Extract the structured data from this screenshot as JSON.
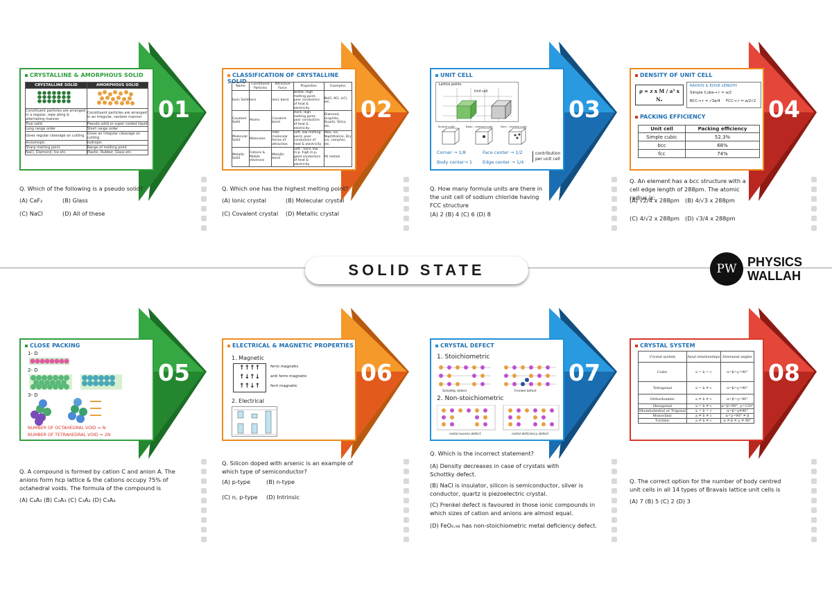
{
  "title": "SOLID STATE",
  "brand": {
    "line1": "PHYSICS",
    "line2": "WALLAH",
    "logo_text": "PW"
  },
  "colors": {
    "green": "#2e9e3a",
    "orange": "#f08a1c",
    "blue": "#1f8fd8",
    "red": "#d8352a"
  },
  "cards": [
    {
      "number": "01",
      "title": "CRYSTALLINE & AMORPHOUS SOLID",
      "col_headers": [
        "CRYSTALLINE SOLID",
        "AMORPHOUS SOLID"
      ],
      "rows": [
        [
          "Constituent particles are arranged in a regular, repe ating & alternating manner",
          "Constituent particles are arranged in an irregular, random manner"
        ],
        [
          "True solid",
          "Pseudo solid or super cooled liquid"
        ],
        [
          "Long range order",
          "Short range order"
        ],
        [
          "Gives regular cleavage on cutting",
          "Gives an irregular cleavage on cutting"
        ],
        [
          "Anisotropic",
          "Isotropic"
        ],
        [
          "Sharp melting point",
          "Range of melting point"
        ],
        [
          "NaCl, Diamond, Ice etc.",
          "Plastic, Rubber, Glass etc."
        ]
      ],
      "question": "Q. Which of the following is a pseudo solid?",
      "options": [
        "(A) CaF₂",
        "(B) Glass",
        "(C) NaCl",
        "(D) All of these"
      ]
    },
    {
      "number": "02",
      "title": "CLASSIFICATION OF CRYSTALLINE SOLID",
      "headers": [
        "Name",
        "Constituent Particles",
        "Attractive Force",
        "Properties",
        "Examples"
      ],
      "rows": [
        [
          "Ionic Solid",
          "Ions",
          "Ionic bond",
          "Brittle, High melting point, poor conductors of heat & electricity",
          "NaCl, KCl, LiCl, etc."
        ],
        [
          "Covalent Solid",
          "Atoms",
          "Covalent bond",
          "Hard, High melting point, poor conductors of heat & electricity",
          "Diamond, Graphite, Quartz, Silica, etc."
        ],
        [
          "Molecular Solid",
          "Molecules",
          "Inter molecular forces of attraction",
          "Soft, low melting point, poor conductors of heat & electricity",
          "Wax, ice, Naphthaline, Dry ice, camphor, etc."
        ],
        [
          "Metallic Solid",
          "Cations & Mobile electrons",
          "Metallic bond",
          "Soft - hard, low m.p- high m.p, good conductors of heat & electricity",
          "All metals"
        ]
      ],
      "question": "Q. Which one has the highest melting point?",
      "options": [
        "(A) Ionic crystal",
        "(B) Molecular crystal",
        "(C) Covalent crystal",
        "(D) Metallic crystal"
      ]
    },
    {
      "number": "03",
      "title": "UNIT CELL",
      "labels": {
        "lattice": "Lattice points",
        "unit": "Unit cell",
        "simple": "Simple cubic",
        "bcc": "Body - centred cubic",
        "fcc": "Face - centred cubic"
      },
      "contrib": [
        "Corner → 1/8",
        "Face center → 1/2",
        "Body center→ 1",
        "Edge center → 1/4"
      ],
      "contrib_note": "contribution per unit cell",
      "question": "Q. How many formula units are there in the unit cell of sodium chloride having FCC structure",
      "options_line": "(A) 2  (B) 4  (C) 6  (D) 8"
    },
    {
      "number": "04",
      "title": "DENSITY OF UNIT CELL",
      "formula": "ρ = z x M / a³ x Nₐ",
      "radius_title": "RADIUS & EDGE LENGTH",
      "radius_items": [
        "Simple Cube→ r = a/2",
        "BCC→ r = √3a/4",
        "FCC→ r = a/2√2"
      ],
      "packing_title": "PACKING EFFICIENCY",
      "packing_headers": [
        "Unit cell",
        "Packing efficiency"
      ],
      "packing_rows": [
        [
          "Simple cubic",
          "52.3%"
        ],
        [
          "bcc",
          "68%"
        ],
        [
          "fcc",
          "74%"
        ]
      ],
      "question": "Q. An element has a bcc structure with a cell edge length of 288pm. The atomic radius is:",
      "options": [
        "(A) √2/4 x 288pm",
        "(B) 4/√3 x 288pm",
        "(C) 4/√2 x 288pm",
        "(D) √3/4 x 288pm"
      ]
    },
    {
      "number": "05",
      "title": "CLOSE PACKING",
      "labels": [
        "1- D",
        "2- D",
        "3- D"
      ],
      "notes": [
        "NUMBER OF OCTAHEDRAL VOID = N",
        "NUMBER OF TETRAHEDRAL VOID = 2N"
      ],
      "question": "Q. A compound is formed by cation C and anion A. The anions form hcp lattice & the cations occupy 75% of octahedral voids. The formula of the compound is",
      "options_line": "(A) C₄A₃  (B) C₂A₃  (C) C₃A₂  (D) C₃A₄"
    },
    {
      "number": "06",
      "title": "ELECTRICAL & MAGNETIC PROPERTIES",
      "sub1": "1. Magnetic",
      "magnetic": [
        "ferro magnetic",
        "anti ferro magnetic",
        "ferri magnetic"
      ],
      "sub2": "2. Electrical",
      "question": "Q. Silicon doped with arsenic is an example of which type of semiconductor?",
      "options": [
        "(A) p-type",
        "(B) n-type",
        "(C) n, p-type",
        "(D) Intrinsic"
      ]
    },
    {
      "number": "07",
      "title": "CRYSTAL DEFECT",
      "sub1": "1. Stoichiometric",
      "cap1": [
        "Schottky defect",
        "Frenkel defect"
      ],
      "sub2": "2. Non-stoichiometric",
      "cap2": [
        "metal excess defect",
        "metal deficiency defect"
      ],
      "question": "Q. Which is the incorrect statement?",
      "options": [
        "(A) Density decreases in case of crystals with Schottky defect.",
        "(B) NaCl is insulator, silicon is semiconductor, silver is conductor, quartz is piezoelectric crystal.",
        "(C) Frenkel defect is favoured in those ionic compounds in which sizes of cation and anions are almost equal.",
        "(D) FeO₀.₉₈ has non-stoichiometric metal deficiency defect."
      ]
    },
    {
      "number": "08",
      "title": "CRYSTAL SYSTEM",
      "headers": [
        "Crystal system",
        "Axial relationships",
        "Interaxial angles"
      ],
      "rows": [
        [
          "Cubic",
          "a = b = c",
          "α=β=γ=90°"
        ],
        [
          "Tetragonal",
          "a = b ≠ c",
          "α=β=γ=90°"
        ],
        [
          "Orthorhombic",
          "a ≠ b ≠ c",
          "α=β=γ=90°"
        ],
        [
          "Hexagonal",
          "a = b ≠ c",
          "α=β=90°, γ=120°"
        ],
        [
          "Rhombohedral or Trigonal",
          "a = b = c",
          "α=β=γ≠90°"
        ],
        [
          "Monoclinic",
          "a ≠ b ≠ c",
          "α=γ=90° ≠ β"
        ],
        [
          "Triclinic",
          "a ≠ b ≠ c",
          "α ≠ β ≠ γ ≠ 90°"
        ]
      ],
      "question": "Q. The correct option for the number of body centred unit cells in all 14 types of Bravais lattice unit cells is",
      "options_line": "(A) 7  (B) 5  (C) 2  (D) 3"
    }
  ]
}
